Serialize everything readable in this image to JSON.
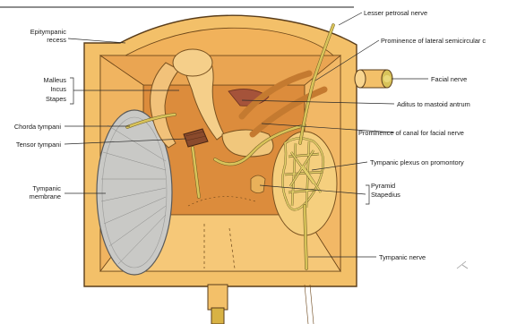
{
  "labels": {
    "epitympanic_1": "Epitympanic",
    "epitympanic_2": "recess",
    "malleus": "Malleus",
    "incus": "Incus",
    "stapes": "Stapes",
    "chorda": "Chorda tympani",
    "tensor": "Tensor tympani",
    "tympanic_membrane_1": "Tympanic",
    "tympanic_membrane_2": "membrane",
    "lesser_petrosal": "Lesser petrosal nerve",
    "prominence_lateral": "Prominence of lateral semicircular c",
    "facial_nerve": "Facial nerve",
    "aditus": "Aditus to mastoid antrum",
    "prominence_canal": "Prominence of canal for facial nerve",
    "plexus": "Tympanic plexus on promontory",
    "pyramid": "Pyramid",
    "stapedius": "Stapedius",
    "tympanic_nerve": "Tympanic nerve"
  },
  "colors": {
    "frame": "#f3c069",
    "frame_light": "#f8d58f",
    "wall_dark": "#dc8c3c",
    "wall_mid": "#e8a24c",
    "floor": "#f1b25b",
    "membrane": "#c9c9c6",
    "nerve": "#d8c35a",
    "muscle": "#8a4a2c",
    "outline": "#5a3d1a"
  }
}
